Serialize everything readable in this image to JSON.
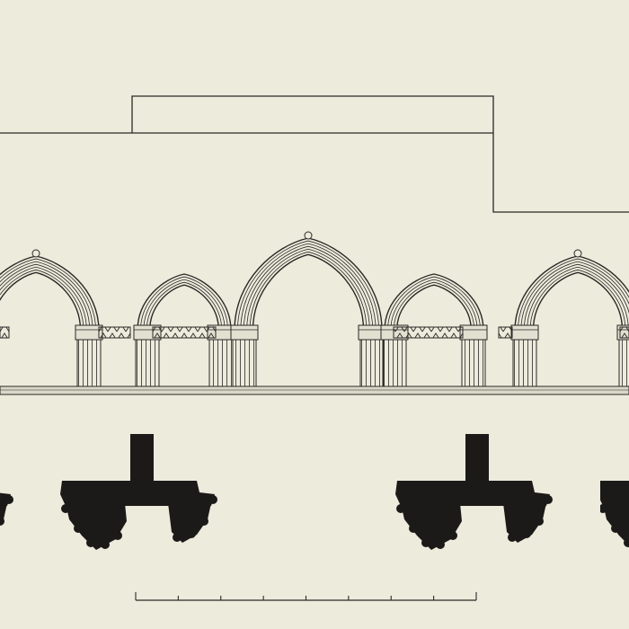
{
  "plate": {
    "paper_color": "#ecebdc",
    "ink_color": "#2a2926",
    "fill_color": "#1b1a18"
  },
  "elevation": {
    "arches": [
      {
        "kind": "major"
      },
      {
        "kind": "minor"
      },
      {
        "kind": "major"
      },
      {
        "kind": "minor"
      },
      {
        "kind": "major"
      }
    ]
  },
  "plan": {
    "piers": [
      {
        "kind": "partial-left"
      },
      {
        "kind": "full"
      },
      {
        "kind": "full"
      },
      {
        "kind": "partial-right"
      }
    ]
  },
  "scale_bar": {
    "ticks": 8
  }
}
